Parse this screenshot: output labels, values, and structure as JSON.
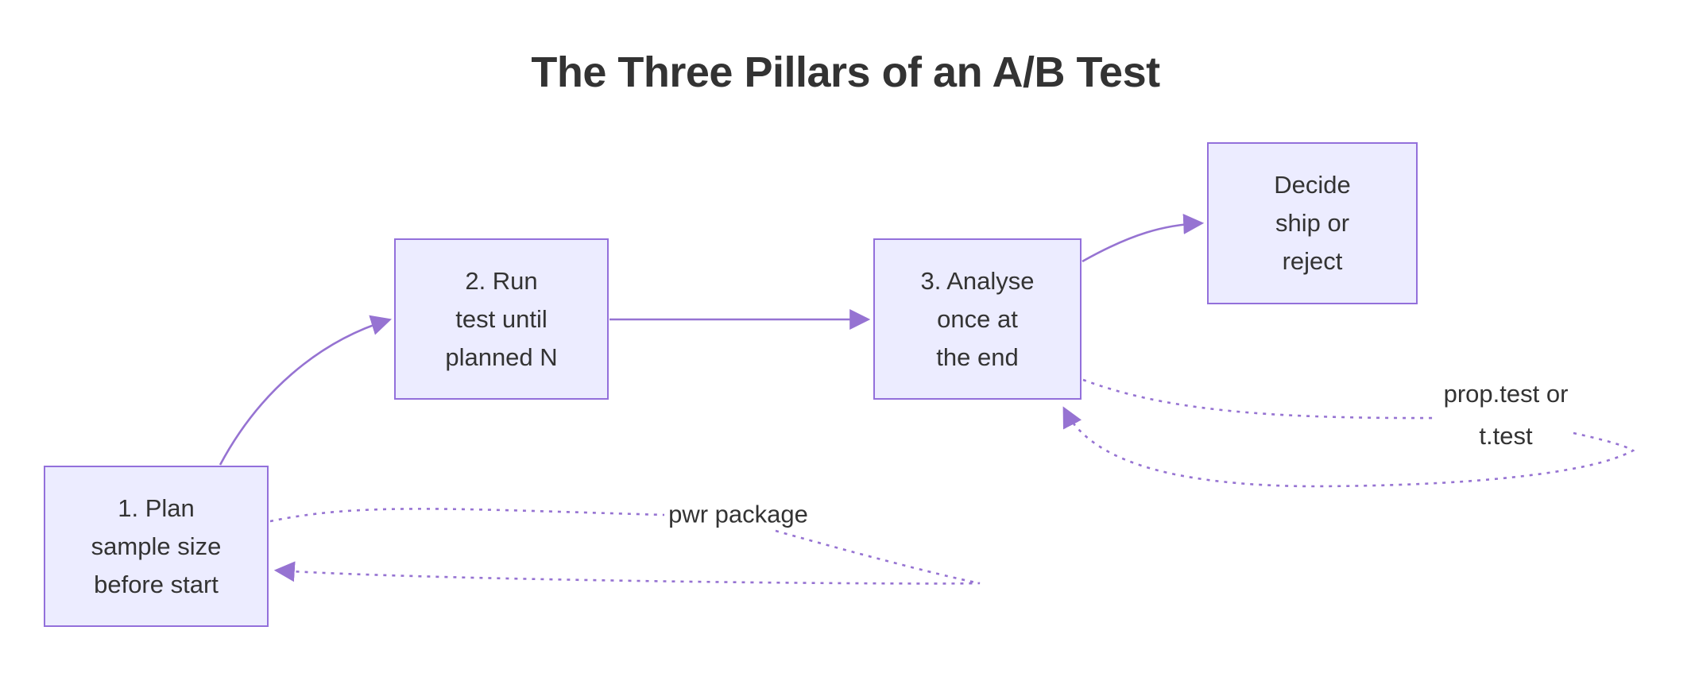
{
  "title": "The Three Pillars of an A/B Test",
  "diagram": {
    "type": "flowchart",
    "nodes": {
      "plan": {
        "lines": [
          "1. Plan",
          "sample size",
          "before start"
        ]
      },
      "run": {
        "lines": [
          "2. Run",
          "test until",
          "planned N"
        ]
      },
      "analyse": {
        "lines": [
          "3. Analyse",
          "once at",
          "the end"
        ]
      },
      "decide": {
        "lines": [
          "Decide",
          "ship or",
          "reject"
        ]
      }
    },
    "labels": {
      "pwr": {
        "lines": [
          "pwr package"
        ]
      },
      "proptest": {
        "lines": [
          "prop.test or",
          "t.test"
        ]
      }
    },
    "edges": [
      {
        "from": "plan",
        "to": "run",
        "style": "solid"
      },
      {
        "from": "run",
        "to": "analyse",
        "style": "solid"
      },
      {
        "from": "analyse",
        "to": "decide",
        "style": "solid"
      },
      {
        "from": "plan",
        "to": "pwr",
        "style": "dotted"
      },
      {
        "from": "pwr",
        "to": "plan",
        "style": "dotted"
      },
      {
        "from": "analyse",
        "to": "proptest",
        "style": "dotted"
      },
      {
        "from": "proptest",
        "to": "analyse",
        "style": "dotted"
      }
    ],
    "colors": {
      "node_fill": "#ECECFF",
      "node_border": "#9370DB",
      "edge": "#9673D2",
      "text": "#333333",
      "background": "#FFFFFF"
    }
  }
}
